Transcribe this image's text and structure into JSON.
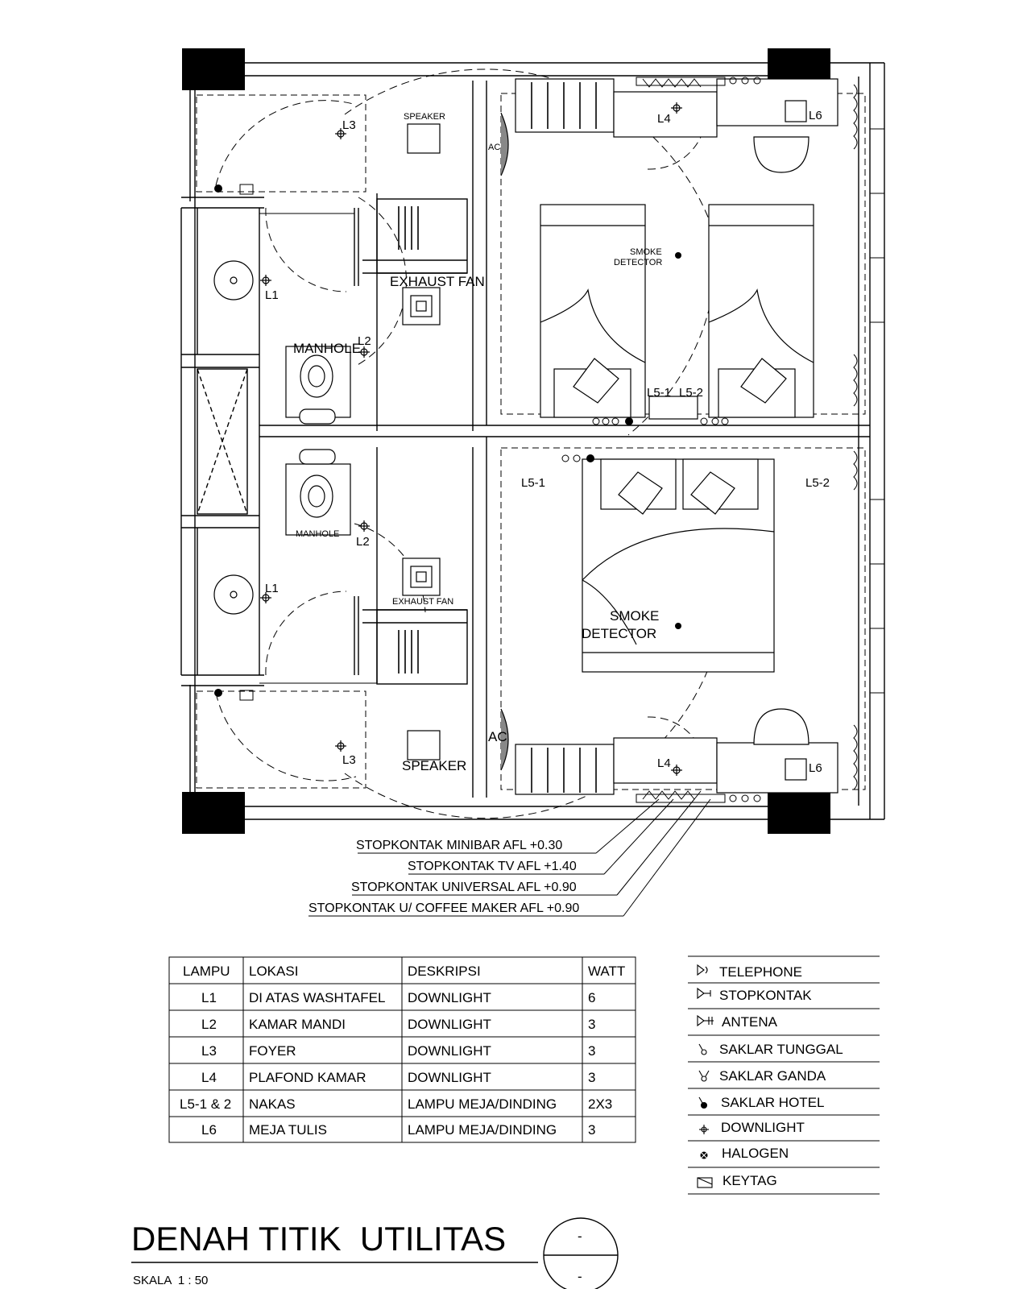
{
  "drawing": {
    "title": "DENAH TITIK  UTILITAS",
    "scale": "SKALA  1 : 50",
    "ref_top": "-",
    "ref_bottom": "-"
  },
  "plan_labels": {
    "speaker": "SPEAKER",
    "ac": "AC",
    "exhaust_fan": "EXHAUST FAN",
    "manhole": "MANHOLE",
    "smoke_detector_line1": "SMOKE",
    "smoke_detector_line2": "DETECTOR",
    "l1": "L1",
    "l2": "L2",
    "l3": "L3",
    "l4": "L4",
    "l5_1": "L5-1",
    "l5_2": "L5-2",
    "l6": "L6"
  },
  "outlet_notes": [
    "STOPKONTAK MINIBAR AFL +0.30",
    "STOPKONTAK TV AFL +1.40",
    "STOPKONTAK UNIVERSAL AFL +0.90",
    "STOPKONTAK U/ COFFEE MAKER AFL +0.90"
  ],
  "lamp_table": {
    "headers": [
      "LAMPU",
      "LOKASI",
      "DESKRIPSI",
      "WATT"
    ],
    "rows": [
      [
        "L1",
        "DI ATAS WASHTAFEL",
        "DOWNLIGHT",
        "6"
      ],
      [
        "L2",
        "KAMAR MANDI",
        "DOWNLIGHT",
        "3"
      ],
      [
        "L3",
        "FOYER",
        "DOWNLIGHT",
        "3"
      ],
      [
        "L4",
        "PLAFOND KAMAR",
        "DOWNLIGHT",
        "3"
      ],
      [
        "L5-1 & 2",
        "NAKAS",
        "LAMPU MEJA/DINDING",
        "2X3"
      ],
      [
        "L6",
        "MEJA TULIS",
        "LAMPU MEJA/DINDING",
        "3"
      ]
    ]
  },
  "legend": [
    {
      "icon": "telephone-icon",
      "label": "TELEPHONE"
    },
    {
      "icon": "stopkontak-icon",
      "label": "STOPKONTAK"
    },
    {
      "icon": "antena-icon",
      "label": "ANTENA"
    },
    {
      "icon": "saklar-tunggal-icon",
      "label": "SAKLAR TUNGGAL"
    },
    {
      "icon": "saklar-ganda-icon",
      "label": "SAKLAR GANDA"
    },
    {
      "icon": "saklar-hotel-icon",
      "label": "SAKLAR HOTEL"
    },
    {
      "icon": "downlight-icon",
      "label": "DOWNLIGHT"
    },
    {
      "icon": "halogen-icon",
      "label": "HALOGEN"
    },
    {
      "icon": "keytag-icon",
      "label": "KEYTAG"
    }
  ]
}
